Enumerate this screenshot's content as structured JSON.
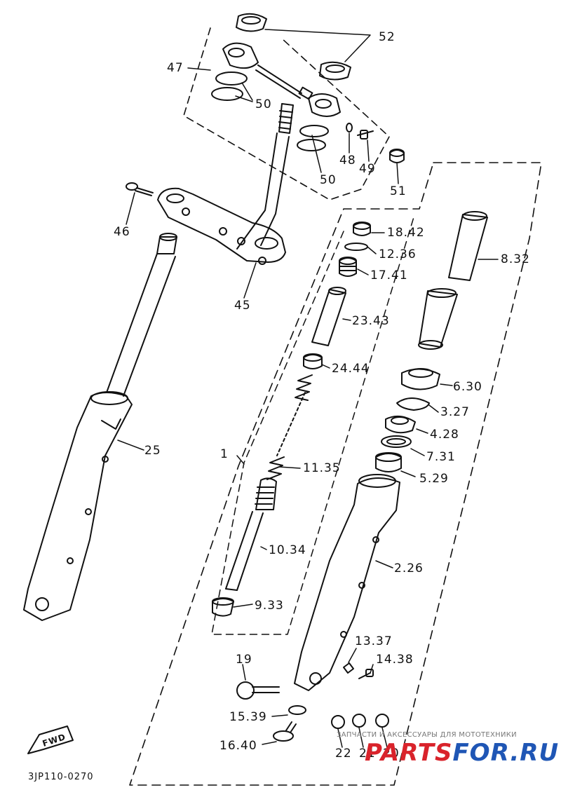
{
  "labels": {
    "l52": "52",
    "l47": "47",
    "l50a": "50",
    "l48": "48",
    "l49": "49",
    "l50b": "50",
    "l51": "51",
    "l46": "46",
    "l45": "45",
    "l1842": "18.42",
    "l1236": "12.36",
    "l1741": "17.41",
    "l832": "8.32",
    "l2343": "23.43",
    "l2444": "24.44",
    "l630": "6.30",
    "l327": "3.27",
    "l428": "4.28",
    "l731": "7.31",
    "l529": "5.29",
    "l25": "25",
    "l1": "1",
    "l1135": "11.35",
    "l1034": "10.34",
    "l226": "2.26",
    "l933": "9.33",
    "l1337": "13.37",
    "l19": "19",
    "l1438": "14.38",
    "l1539": "15.39",
    "l1640": "16.40",
    "l22": "22",
    "l21": "21",
    "l20": "20"
  },
  "fwd_label": "FWD",
  "diagram_code": "3JP110-0270",
  "watermark": {
    "caption": "ЗАПЧАСТИ И АКСЕССУАРЫ ДЛЯ МОТОТЕХНИКИ",
    "text_red": "PARTS",
    "text_blue": "FOR.RU",
    "red": "#d9232b",
    "blue": "#1f56b5"
  }
}
